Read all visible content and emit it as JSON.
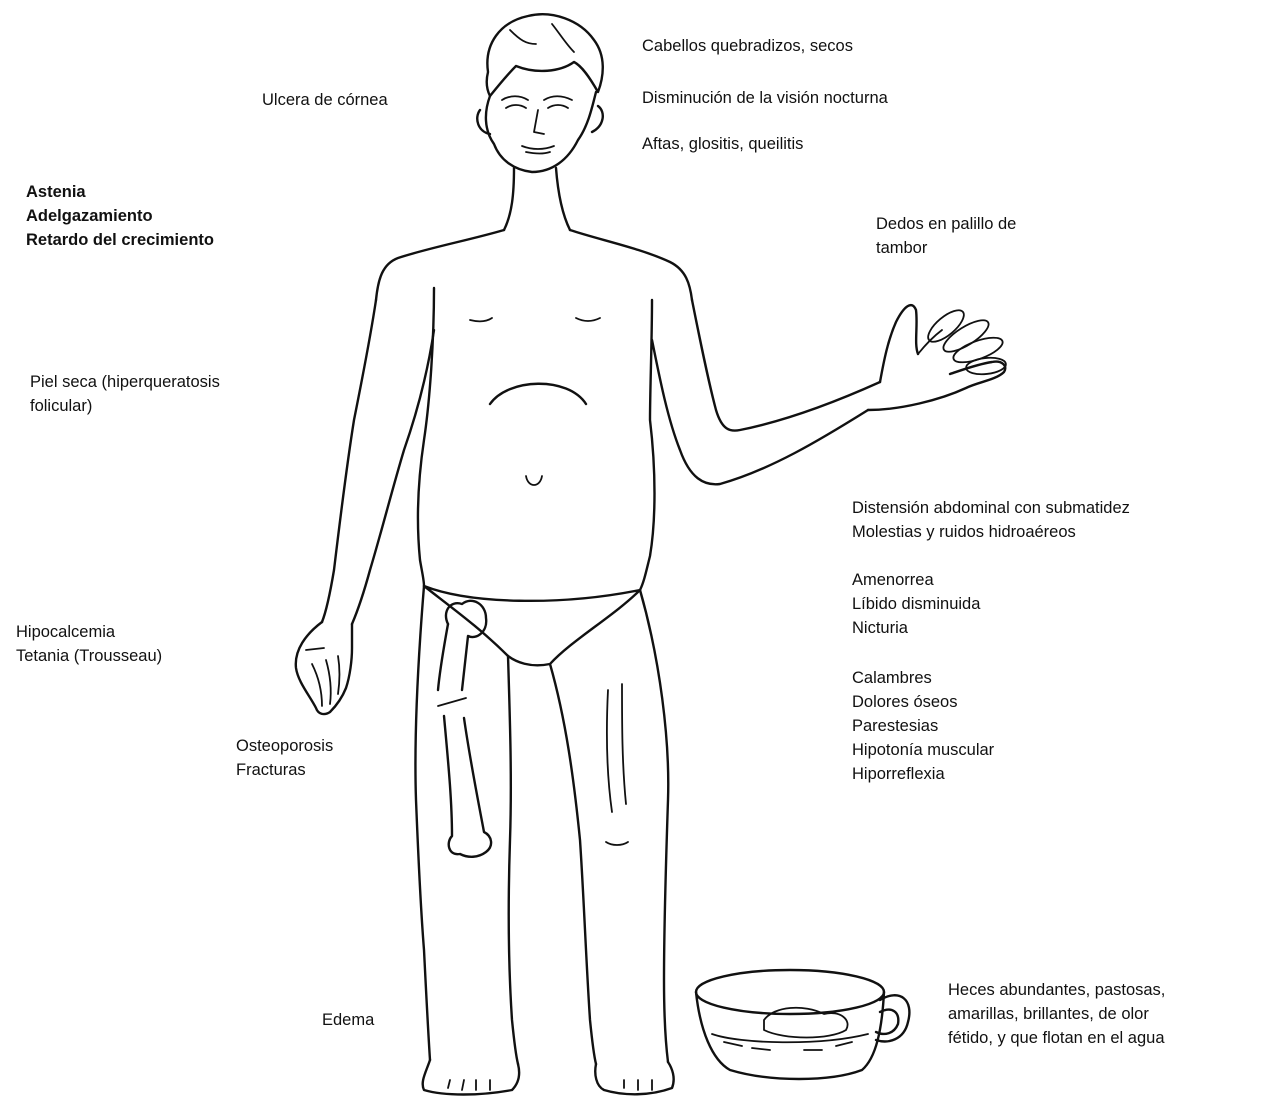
{
  "labels": {
    "cabellos": "Cabellos quebradizos, secos",
    "vision": "Disminución de la visión nocturna",
    "aftas": "Aftas, glositis, queilitis",
    "ulcera": "Ulcera de córnea",
    "general": [
      "Astenia",
      "Adelgazamiento",
      "Retardo del crecimiento"
    ],
    "dedos": [
      "Dedos en palillo de",
      "tambor"
    ],
    "piel": [
      "Piel seca (hiperqueratosis",
      "folicular)"
    ],
    "distension": [
      "Distensión abdominal con submatidez",
      "Molestias y ruidos hidroaéreos"
    ],
    "endocrino": [
      "Amenorrea",
      "Líbido disminuida",
      "Nicturia"
    ],
    "hipocalcemia": [
      "Hipocalcemia",
      "Tetania (Trousseau)"
    ],
    "neuromuscular": [
      "Calambres",
      "Dolores óseos",
      "Parestesias",
      "Hipotonía muscular",
      "Hiporreflexia"
    ],
    "osteoporosis": [
      "Osteoporosis",
      "Fracturas"
    ],
    "edema": "Edema",
    "heces": [
      "Heces abundantes, pastosas,",
      "amarillas, brillantes, de olor",
      "fétido, y que flotan en el agua"
    ]
  },
  "illustration": {
    "subject": "human-figure-icon",
    "objects": [
      "femur-bone-icon",
      "chamber-pot-icon"
    ],
    "line_color": "#111111",
    "background": "#ffffff"
  }
}
